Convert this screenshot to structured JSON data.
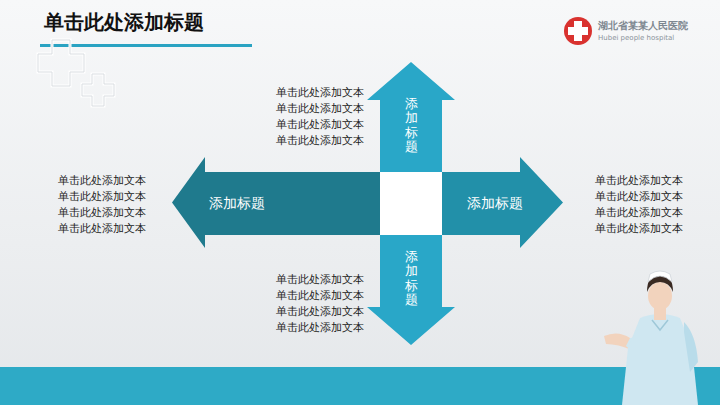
{
  "diagram": {
    "title": "单击此处添加标题",
    "nodes": [
      {
        "text": [
          "添加标题"
        ]
      },
      {
        "text": [
          "添加标题"
        ]
      },
      {
        "text": [
          "添加标题"
        ]
      },
      {
        "text": [
          "添加标题"
        ]
      }
    ],
    "labels": [
      "湖北省某某人民医院",
      "Hubei people hospital",
      "单击此处添加文本",
      "单击此处添加文本",
      "单击此处添加文本",
      "单击此处添加文本",
      "单击此处添加文本",
      "单击此处添加文本",
      "单击此处添加文本",
      "单击此处添加文本",
      "单击此处添加文本",
      "单击此处添加文本",
      "单击此处添加文本",
      "单击此处添加文本",
      "单击此处添加文本",
      "单击此处添加文本",
      "单击此处添加文本",
      "单击此处添加文本"
    ]
  }
}
